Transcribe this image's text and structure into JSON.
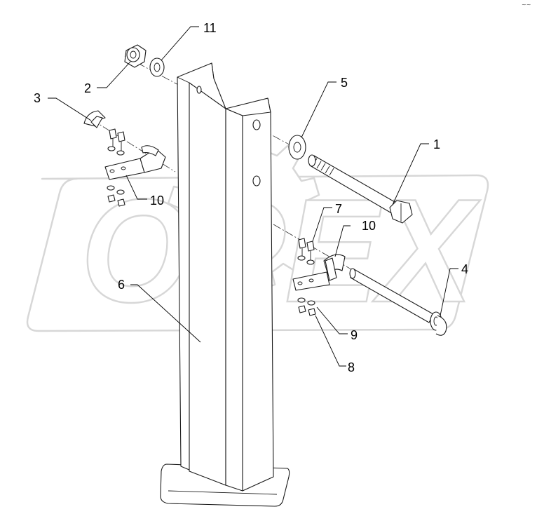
{
  "diagram": {
    "watermark": "OPEX",
    "corner_mark": "~~",
    "callouts": [
      {
        "id": "c1",
        "label": "1"
      },
      {
        "id": "c2",
        "label": "2"
      },
      {
        "id": "c3",
        "label": "3"
      },
      {
        "id": "c4",
        "label": "4"
      },
      {
        "id": "c5",
        "label": "5"
      },
      {
        "id": "c6",
        "label": "6"
      },
      {
        "id": "c7",
        "label": "7"
      },
      {
        "id": "c8",
        "label": "8"
      },
      {
        "id": "c9",
        "label": "9"
      },
      {
        "id": "c10a",
        "label": "10"
      },
      {
        "id": "c10b",
        "label": "10"
      },
      {
        "id": "c11",
        "label": "11"
      }
    ]
  }
}
